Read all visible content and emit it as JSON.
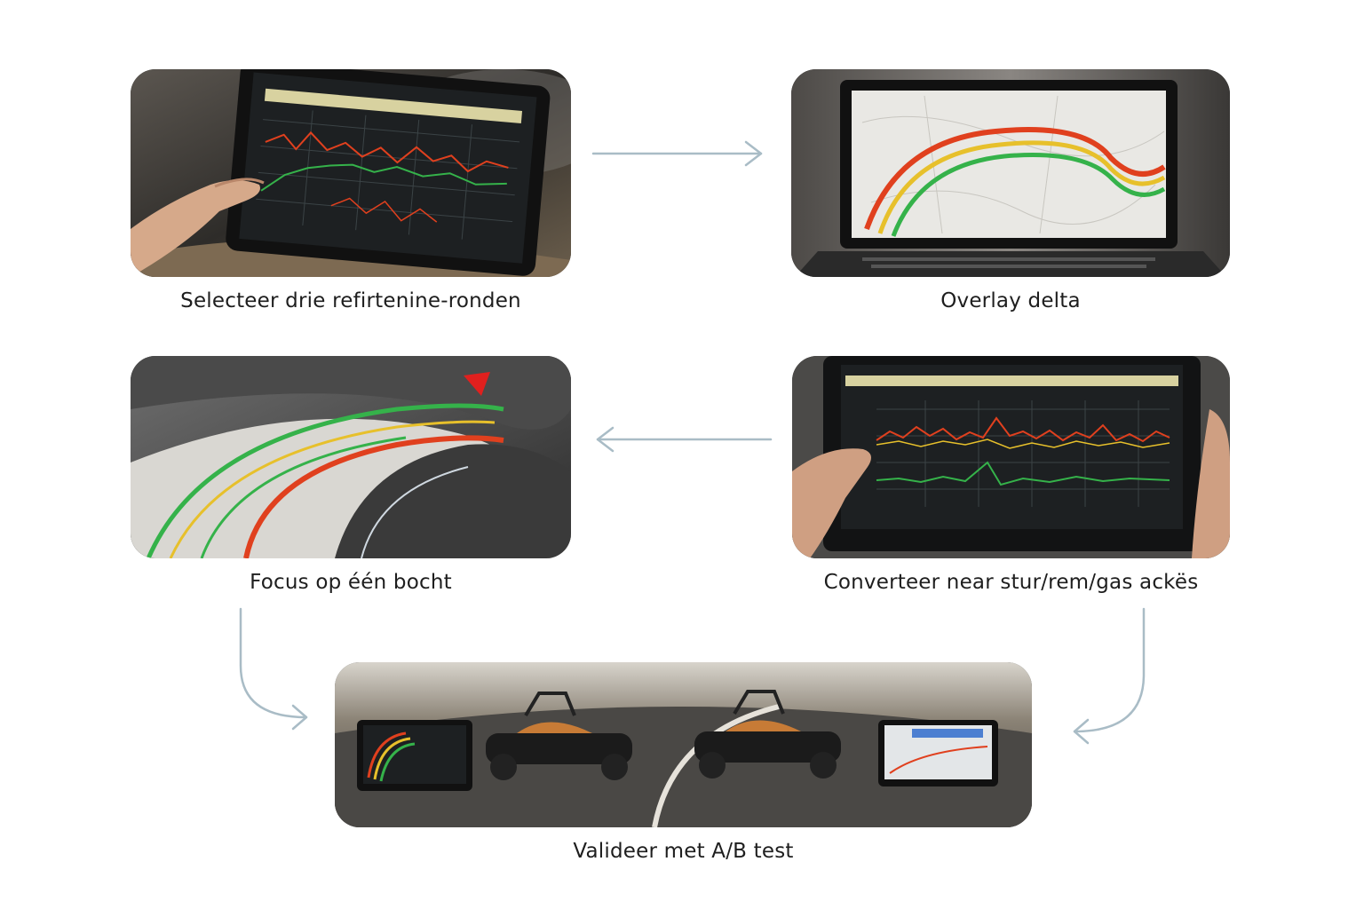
{
  "steps": [
    {
      "caption": "Selecteer drie refirtenine-ronden",
      "icon": "tablet-telemetry-icon"
    },
    {
      "caption": "Overlay delta",
      "icon": "laptop-racing-lines-icon"
    },
    {
      "caption": "Focus op één bocht",
      "icon": "track-corner-icon"
    },
    {
      "caption": "Converteer near stur/rem/gas ackës",
      "icon": "tablet-input-traces-icon"
    },
    {
      "caption": "Valideer met A/B test",
      "icon": "karts-ab-test-icon"
    }
  ],
  "colors": {
    "arrow": "#a9bcc6",
    "caption": "#1e1e1e",
    "line_green": "#35b24a",
    "line_red": "#e0401e",
    "line_yellow": "#e7c02b",
    "screen": "#1d2022"
  }
}
